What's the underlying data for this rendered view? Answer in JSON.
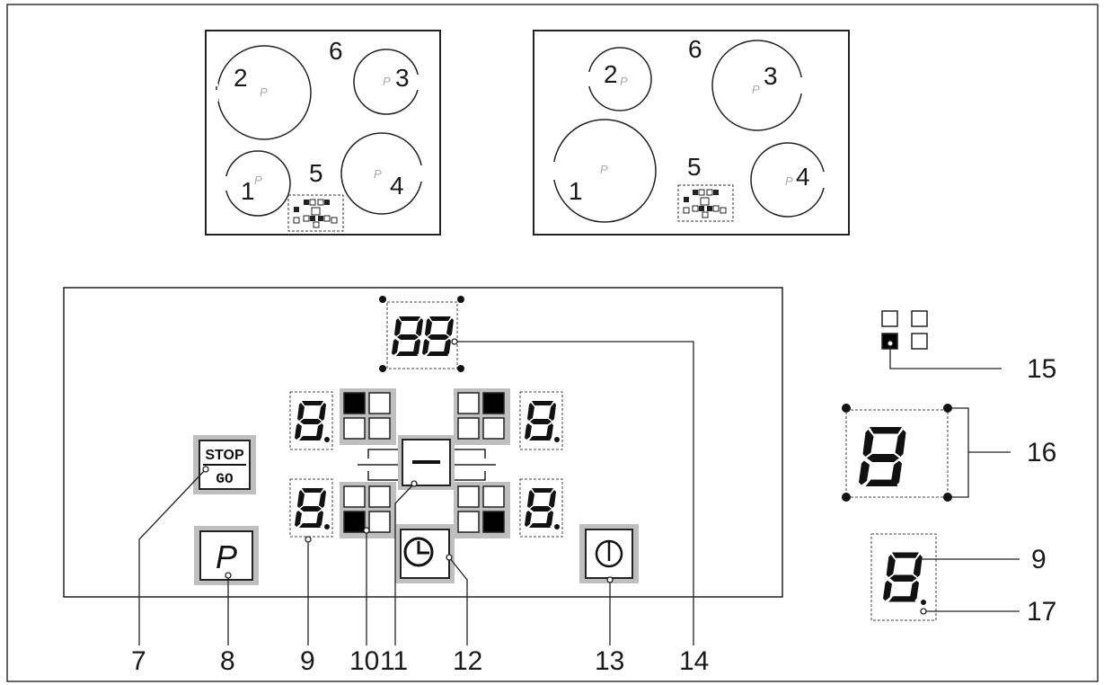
{
  "hobs": [
    {
      "top_label": "6",
      "controls_label": "5",
      "zones": [
        {
          "number": "1",
          "mark": "P"
        },
        {
          "number": "2",
          "mark": "P"
        },
        {
          "number": "3",
          "mark": "P"
        },
        {
          "number": "4",
          "mark": "P"
        }
      ]
    },
    {
      "top_label": "6",
      "controls_label": "5",
      "zones": [
        {
          "number": "1",
          "mark": "P"
        },
        {
          "number": "2",
          "mark": "P"
        },
        {
          "number": "3",
          "mark": "P"
        },
        {
          "number": "4",
          "mark": "P"
        }
      ]
    }
  ],
  "panel": {
    "stop_go": {
      "line1": "STOP",
      "line2": "GO"
    },
    "pause_key": "P"
  },
  "callouts": [
    "7",
    "8",
    "9",
    "10",
    "11",
    "12",
    "13",
    "14",
    "15",
    "16",
    "9",
    "17"
  ],
  "icons": [
    "power-icon",
    "clock-icon",
    "minus-icon",
    "zone-selector-icon",
    "seven-segment-display"
  ]
}
